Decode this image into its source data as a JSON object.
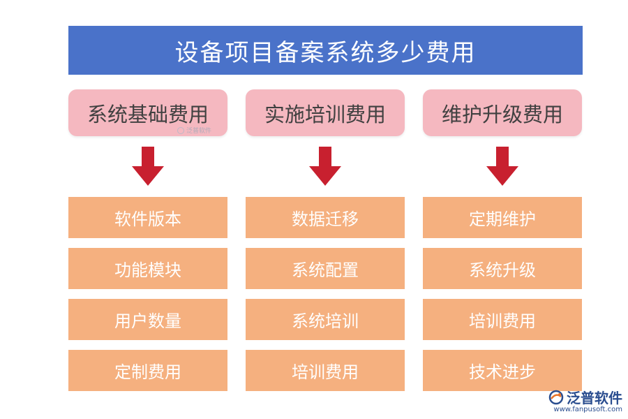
{
  "title": "设备项目备案系统多少费用",
  "columns": [
    {
      "header": "系统基础费用",
      "items": [
        "软件版本",
        "功能模块",
        "用户数量",
        "定制费用"
      ]
    },
    {
      "header": "实施培训费用",
      "items": [
        "数据迁移",
        "系统配置",
        "系统培训",
        "培训费用"
      ]
    },
    {
      "header": "维护升级费用",
      "items": [
        "定期维护",
        "系统升级",
        "培训费用",
        "技术进步"
      ]
    }
  ],
  "watermark": {
    "text": "泛普软件"
  },
  "logo": {
    "name": "泛普软件",
    "url": "www.fanpusoft.com"
  },
  "colors": {
    "title_bg": "#4a72c9",
    "header_bg": "#f5b8c0",
    "item_bg": "#f5b07f",
    "arrow": "#c8202f"
  },
  "icons": {
    "arrow": "down-arrow-icon",
    "logo": "fanpu-logo-icon"
  }
}
